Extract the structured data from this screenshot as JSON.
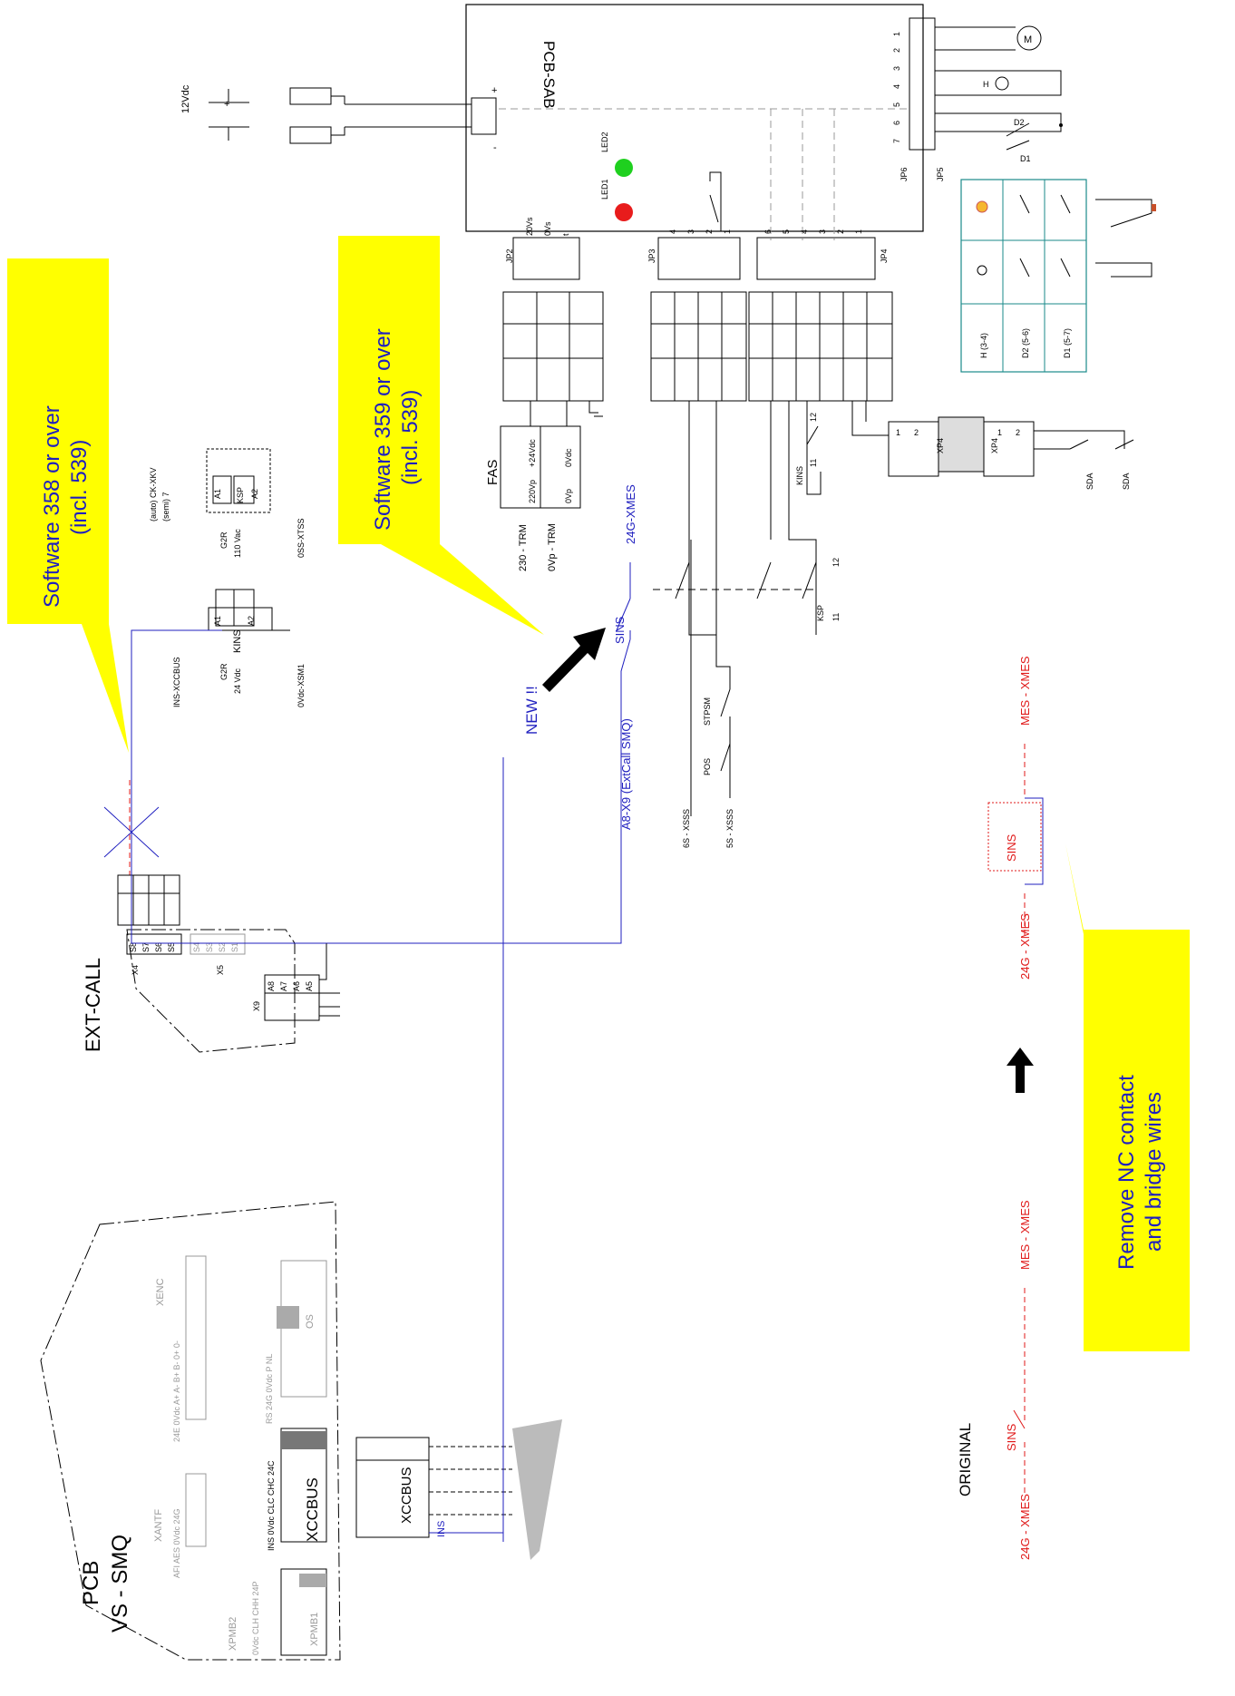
{
  "pcb_sab": {
    "title": "PCB-SAB",
    "supply": "12Vdc",
    "plus": "+",
    "minus": "-",
    "led1": "LED1",
    "led2": "LED2",
    "jp2": "JP2",
    "jp2_pins": [
      "20Vs",
      "0Vs",
      "t"
    ],
    "jp3": "JP3",
    "jp3_pins": [
      "4",
      "3",
      "2",
      "1"
    ],
    "jp4": "JP4",
    "jp4_pins": [
      "6",
      "5",
      "4",
      "3",
      "2",
      "1"
    ],
    "jp5": "JP5",
    "jp6": "JP6",
    "jp5_pins": [
      "1",
      "2",
      "3",
      "4",
      "5",
      "6",
      "7"
    ],
    "motor": "M",
    "lamp": "H",
    "d1": "D1",
    "d2": "D2"
  },
  "legend_table": {
    "rows": [
      "H (3-4)",
      "D2 (5-6)",
      "D1 (5-7)"
    ]
  },
  "fas": {
    "title": "FAS",
    "pins_top": [
      "+24Vdc",
      "0Vdc"
    ],
    "pins_bottom": [
      "220Vp",
      "0Vp"
    ],
    "trm1": "230 - TRM",
    "trm2": "0Vp - TRM"
  },
  "xp4": {
    "label": "XP4",
    "pins": [
      "1",
      "2"
    ],
    "sda1": "SDA",
    "sda2": "SDA"
  },
  "kins": {
    "label": "KINS",
    "p11": "11",
    "p12": "12"
  },
  "ksp": {
    "label": "KSP",
    "p11": "11",
    "p12": "12"
  },
  "relays": {
    "g2r_1": "G2R",
    "g2r_1_v": "24 Vdc",
    "kins": "KINS",
    "a1": "A1",
    "a2": "A2",
    "ins_xccbus": "INS-XCCBUS",
    "ovdc_xsm1": "0Vdc-XSM1",
    "g2r_2": "G2R",
    "g2r_2_v": "110 Vac",
    "ksp": "KSP",
    "auto": "(auto) CK-XKV",
    "semi": "(semi) 7",
    "oss_xtss": "0SS-XTSS"
  },
  "sins_block": {
    "sins": "SINS",
    "g24_xmes": "24G-XMES",
    "a8x9": "A8-X9 (ExtCall SMQ)",
    "stpsm": "STPSM",
    "pos": "POS",
    "six_s": "6S - XSSS",
    "five_s": "5S - XSSS",
    "new": "NEW !!"
  },
  "callouts": {
    "c1_line1": "Software 358 or over",
    "c1_line2": "(incl. 539)",
    "c2_line1": "Software 359 or over",
    "c2_line2": "(incl. 539)",
    "c3_line1": "Remove NC contact",
    "c3_line2": "and bridge wires"
  },
  "ext_call": {
    "title": "EXT-CALL",
    "x4": "X4",
    "x5": "X5",
    "x9": "X9",
    "s_labels": [
      "S8",
      "S7",
      "S6",
      "S5"
    ],
    "s_grey": [
      "S4",
      "S3",
      "S2",
      "S1"
    ],
    "a_labels": [
      "A8",
      "A7",
      "A6",
      "A5"
    ]
  },
  "pcb_vs": {
    "title1": "PCB",
    "title2": "VS - SMQ",
    "xenc": "XENC",
    "xenc_pins": "24E 0Vdc A+  A-  B+  B-  0+  0-",
    "os": "OS",
    "os_pins": "RS  24G 0Vdc  P   NL",
    "xantf": "XANTF",
    "xantf_pins": "AFI  AES 0Vdc 24G",
    "xccbus": "XCCBUS",
    "xccbus_pins": "INS 0Vdc CLC CHC 24C",
    "xpmb2": "XPMB2",
    "xpmb1": "XPMB1",
    "xpmb_pins": "0Vdc CLH CHH 24P",
    "plug_label": "XCCBUS",
    "plug_ins": "INS"
  },
  "original": {
    "title": "ORIGINAL",
    "g24_1": "24G - XMES",
    "sins_1": "SINS",
    "mes_1": "MES - XMES",
    "g24_2": "24G - XMES",
    "sins_2": "SINS",
    "mes_2": "MES - XMES"
  }
}
